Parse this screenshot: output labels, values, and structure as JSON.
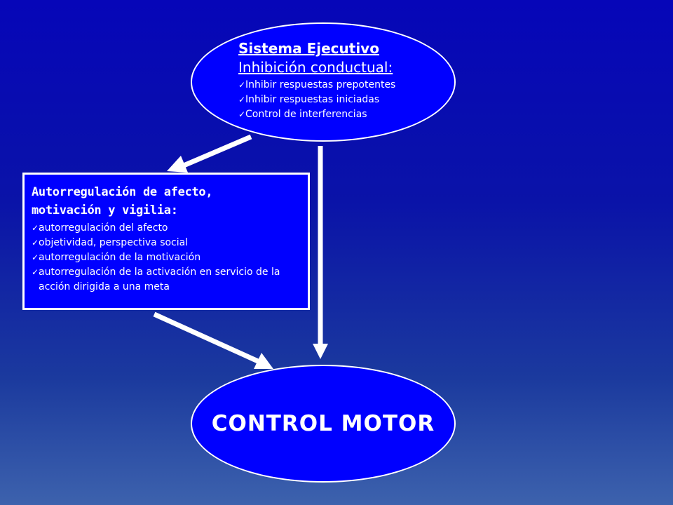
{
  "executive": {
    "title": "Sistema Ejecutivo",
    "subtitle": "Inhibición conductual:",
    "items": [
      "Inhibir respuestas prepotentes",
      "Inhibir respuestas iniciadas",
      "Control de interferencias"
    ]
  },
  "selfregulation": {
    "title_line1": "Autorregulación de afecto,",
    "title_line2": "motivación y vigilia:",
    "items": [
      "autorregulación del afecto",
      "objetividad, perspectiva social",
      "autorregulación de la motivación",
      "autorregulación de la activación en servicio de la acción dirigida a una meta"
    ]
  },
  "motor": {
    "label": "CONTROL MOTOR"
  },
  "colors": {
    "background": "#0606b8",
    "shape_fill": "#0000ff",
    "stroke": "#ffffff"
  }
}
